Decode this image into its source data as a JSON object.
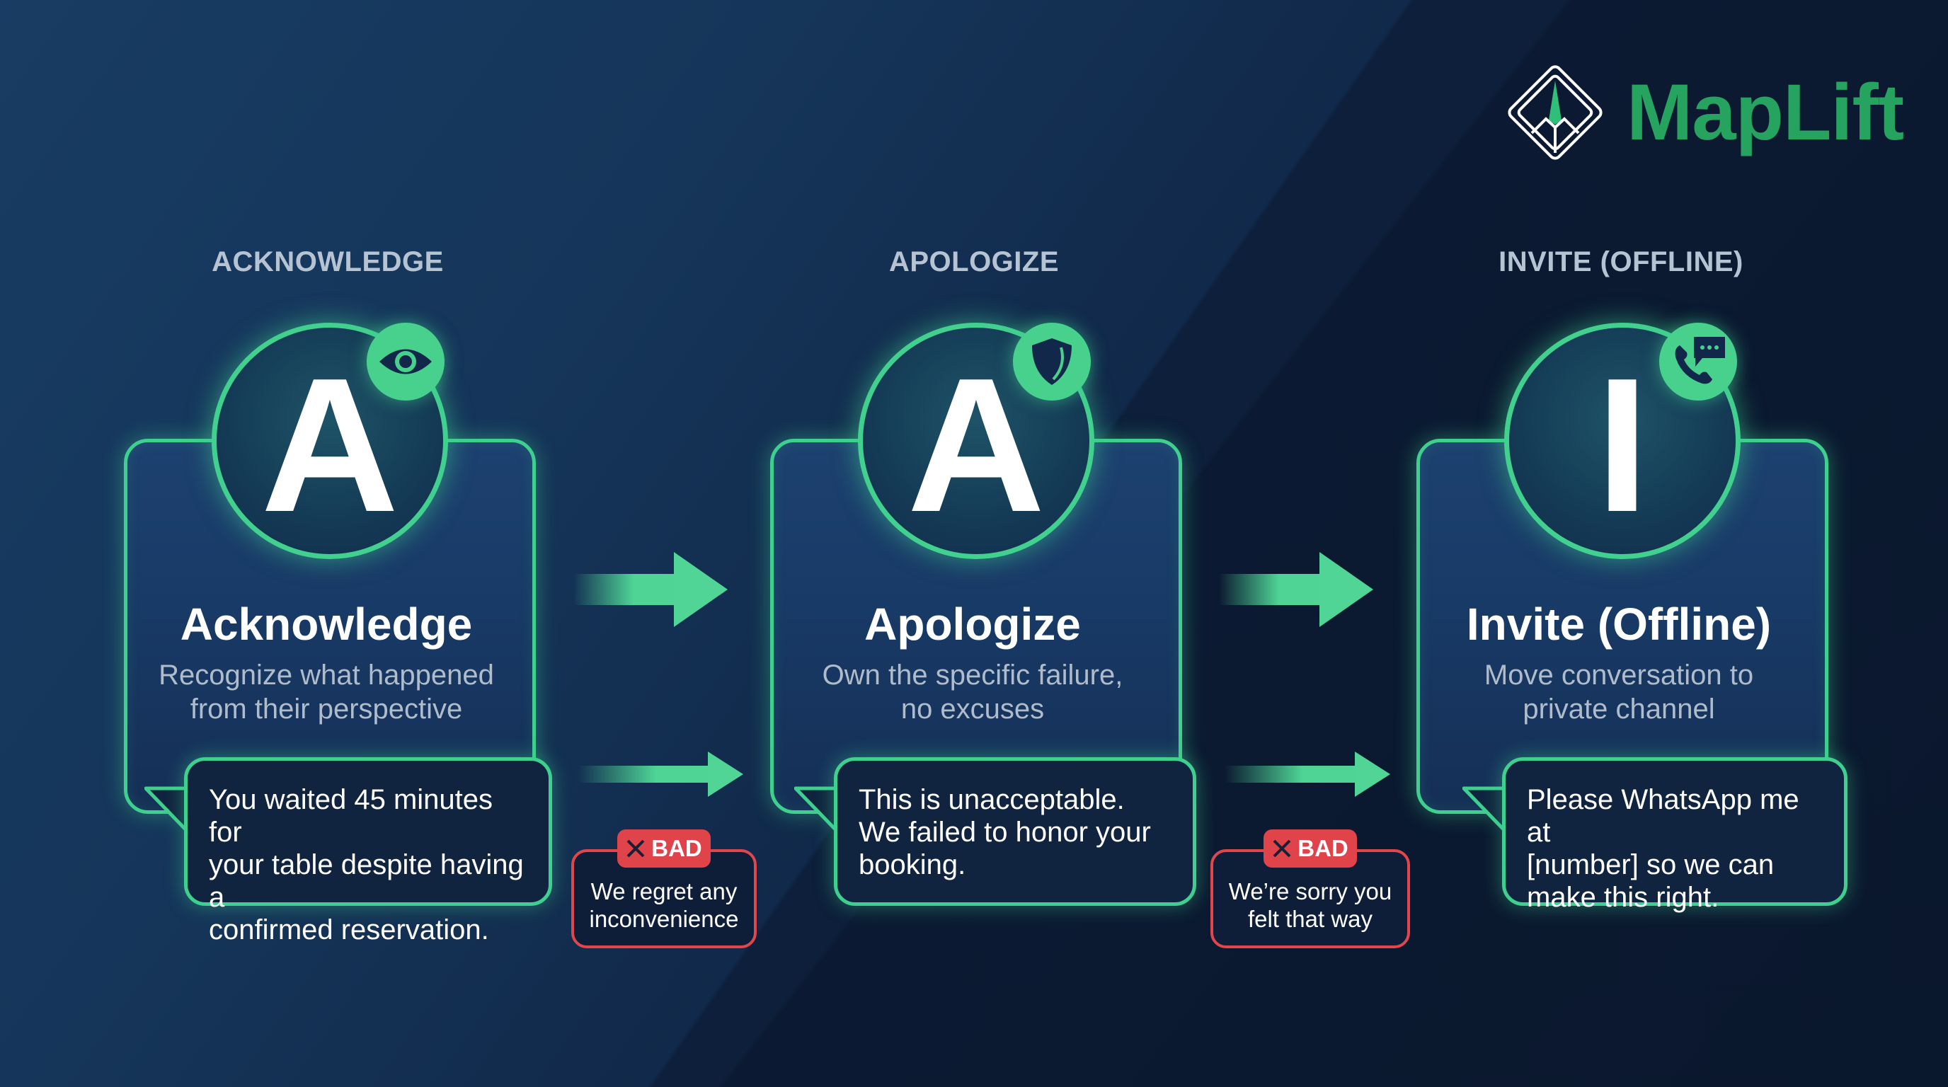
{
  "brand": {
    "name": "MapLift",
    "icon": "diamond-mountain-logo-icon",
    "accent": "#25a35f"
  },
  "colors": {
    "glow_green": "#3fcf8e",
    "bad_red": "#e0434a",
    "bg_dark": "#0d1d37"
  },
  "steps": [
    {
      "label": "ACKNOWLEDGE",
      "letter": "A",
      "icon": "eye-icon",
      "title": "Acknowledge",
      "desc_line1": "Recognize what happened",
      "desc_line2": "from their perspective",
      "example_line1": "You waited 45 minutes for",
      "example_line2": "your table despite having a",
      "example_line3": "confirmed reservation."
    },
    {
      "label": "APOLOGIZE",
      "letter": "A",
      "icon": "shield-icon",
      "title": "Apologize",
      "desc_line1": "Own the specific failure,",
      "desc_line2": "no excuses",
      "example_line1": "This is unacceptable.",
      "example_line2": "We failed to honor your",
      "example_line3": "booking."
    },
    {
      "label": "INVITE (OFFLINE)",
      "letter": "I",
      "icon": "phone-chat-icon",
      "title": "Invite (Offline)",
      "desc_line1": "Move conversation to",
      "desc_line2": "private channel",
      "example_line1": "Please WhatsApp me at",
      "example_line2": "[number] so we can",
      "example_line3": "make this right."
    }
  ],
  "bad_examples": [
    {
      "tag": "BAD",
      "icon": "x-icon",
      "line1": "We regret any",
      "line2": "inconvenience"
    },
    {
      "tag": "BAD",
      "icon": "x-icon",
      "line1": "We’re sorry you",
      "line2": "felt that way"
    }
  ]
}
